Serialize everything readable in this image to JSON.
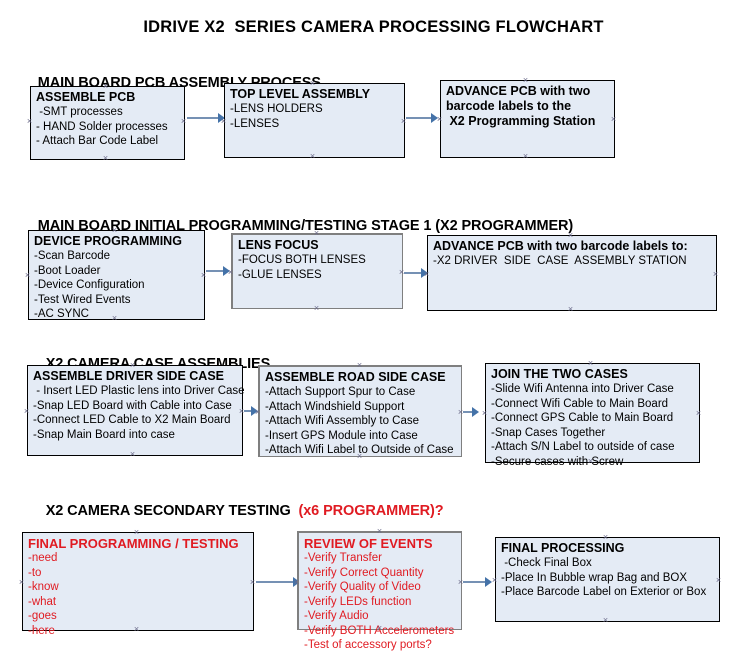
{
  "title": "IDRIVE X2  SERIES CAMERA PROCESSING FLOWCHART",
  "sections": [
    {
      "heading": "MAIN BOARD PCB ASSEMBLY PROCESS",
      "heading_accent": ""
    },
    {
      "heading": "MAIN BOARD INITIAL PROGRAMMING/TESTING STAGE 1 (X2 PROGRAMMER)",
      "heading_accent": ""
    },
    {
      "heading": "X2 CAMERA CASE ASSEMBLIES",
      "heading_accent": ""
    },
    {
      "heading": "X2 CAMERA SECONDARY TESTING  ",
      "heading_accent": "(x6 PROGRAMMER)?"
    }
  ],
  "nodes": {
    "assemble_pcb": {
      "title": "ASSEMBLE PCB",
      "lines": [
        " -SMT processes",
        "- HAND Solder processes",
        "- Attach Bar Code Label"
      ]
    },
    "top_level_assembly": {
      "title": "TOP LEVEL ASSEMBLY",
      "lines": [
        "-LENS HOLDERS",
        "-LENSES"
      ]
    },
    "advance_pcb_station": {
      "title": "ADVANCE PCB with two",
      "lines": [
        "barcode labels to the",
        " X2 Programming Station"
      ]
    },
    "device_programming": {
      "title": "DEVICE PROGRAMMING",
      "lines": [
        "-Scan Barcode",
        "-Boot Loader",
        "-Device Configuration",
        "-Test Wired Events",
        "-AC SYNC"
      ]
    },
    "lens_focus": {
      "title": "LENS FOCUS",
      "lines": [
        "-FOCUS BOTH LENSES",
        "-GLUE LENSES"
      ]
    },
    "advance_pcb_driver_side": {
      "title": "ADVANCE PCB with two barcode labels to:",
      "lines": [
        "-X2 DRIVER  SIDE  CASE  ASSEMBLY STATION"
      ]
    },
    "assemble_driver_side_case": {
      "title": "ASSEMBLE DRIVER SIDE CASE",
      "lines": [
        " - Insert LED Plastic lens into Driver Case",
        "-Snap LED Board with Cable into Case",
        "-Connect LED Cable to X2 Main Board",
        "-Snap Main Board into case"
      ]
    },
    "assemble_road_side_case": {
      "title": "ASSEMBLE ROAD SIDE CASE",
      "lines": [
        "-Attach Support Spur to Case",
        "-Attach Windshield Support",
        "-Attach Wifi Assembly to Case",
        "-Insert GPS Module into Case",
        "-Attach Wifi Label to Outside of Case"
      ]
    },
    "join_the_two_cases": {
      "title": "JOIN THE TWO CASES",
      "lines": [
        "-Slide Wifi Antenna into Driver Case",
        "-Connect Wifi Cable to Main Board",
        "-Connect GPS Cable to Main Board",
        "-Snap Cases Together",
        "-Attach S/N Label to outside of case",
        "-Secure cases with Screw"
      ]
    },
    "final_programming_testing": {
      "title": "FINAL PROGRAMMING / TESTING",
      "lines": [
        "-need",
        "-to",
        "-know",
        "-what",
        "-goes",
        "-here"
      ]
    },
    "review_of_events": {
      "title": "REVIEW OF EVENTS",
      "lines": [
        "-Verify Transfer",
        "-Verify Correct Quantity",
        "-Verify Quality of Video",
        "-Verify LEDs function",
        "-Verify Audio",
        "-Verify BOTH Accelerometers",
        "-Test of accessory ports?"
      ]
    },
    "final_processing": {
      "title": "FINAL PROCESSING",
      "lines": [
        " -Check Final Box",
        "-Place In Bubble wrap Bag and BOX",
        "-Place Barcode Label on Exterior or Box"
      ]
    }
  },
  "colors": {
    "node_fill": "#e4ebf5",
    "node_border": "#000000",
    "node_border_gray": "#7f7f7f",
    "connector": "#7591b4",
    "accent_red": "#e01b22",
    "text": "#000000"
  }
}
